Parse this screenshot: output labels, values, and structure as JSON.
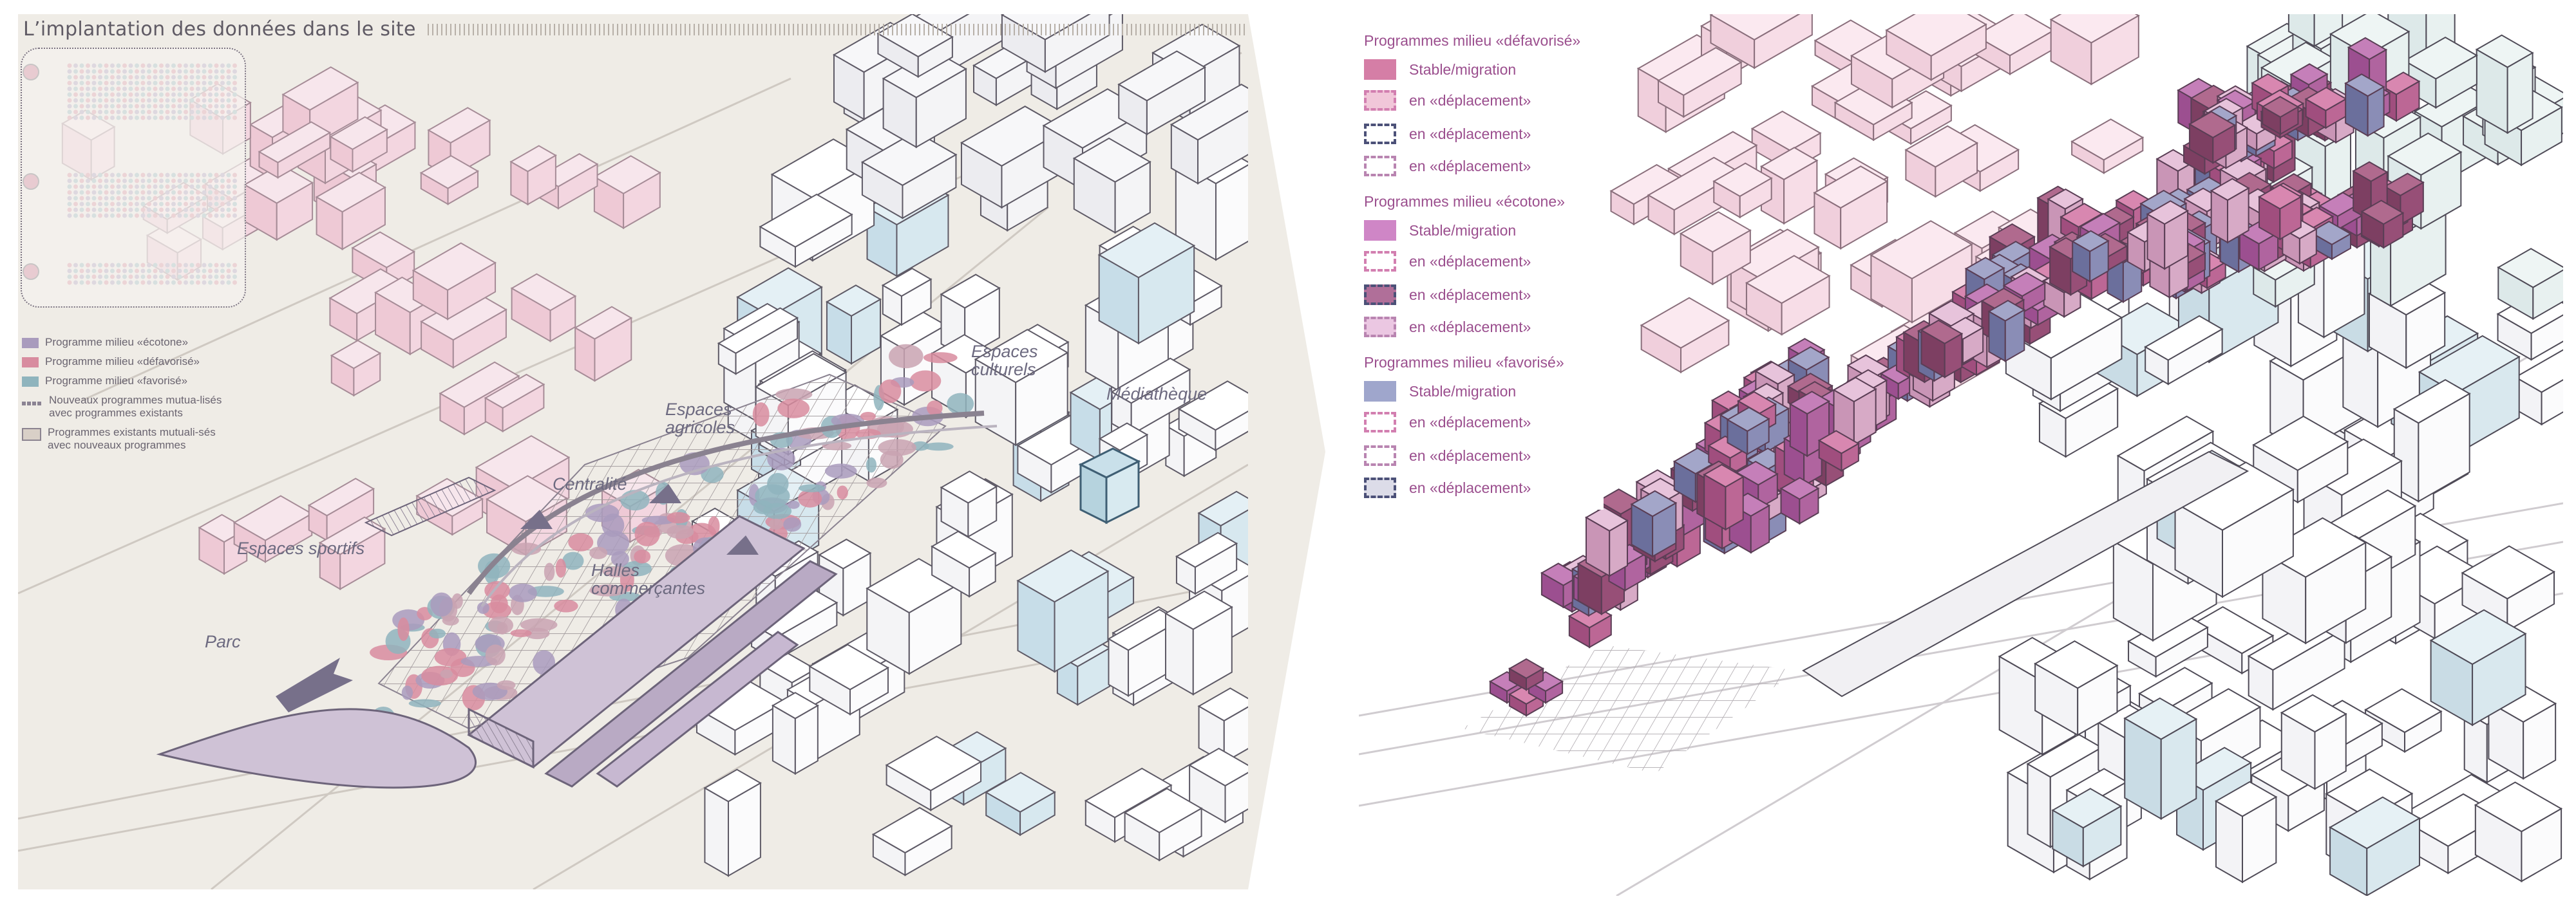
{
  "left": {
    "title": "L’implantation des données dans le site",
    "legend": [
      {
        "label": "Programme milieu «écotone»",
        "color": "#a99bbd"
      },
      {
        "label": "Programme milieu «défavorisé»",
        "color": "#d88c9f"
      },
      {
        "label": "Programme milieu «favorisé»",
        "color": "#8fb4bd"
      },
      {
        "label": "Nouveaux programmes mutua-lisés avec programmes existants",
        "style": "dashed"
      },
      {
        "label": "Programmes existants mutuali-sés avec nouveaux programmes",
        "color": "#d9d0c7"
      }
    ],
    "labels": {
      "espaces_culturels": "Espaces culturels",
      "mediatheque": "Médiathèque",
      "espaces_agricoles": "Espaces agricoles",
      "centralite": "Centralité",
      "espaces_sportifs": "Espaces sportifs",
      "halles": "Halles commerçantes",
      "parc": "Parc"
    }
  },
  "right": {
    "groups": [
      {
        "heading": "Programmes milieu «défavorisé»",
        "items": [
          {
            "label": "Stable/migration",
            "fill": "#d57ea6",
            "border": "solid"
          },
          {
            "label": "en «déplacement»",
            "fill": "#f1c7d9",
            "border": "dashed-pink"
          },
          {
            "label": "en «déplacement»",
            "fill": "#ffffff",
            "border": "dashed-navy"
          },
          {
            "label": "en «déplacement»",
            "fill": "#ffffff",
            "border": "dashed-violet"
          }
        ]
      },
      {
        "heading": "Programmes milieu «écotone»",
        "items": [
          {
            "label": "Stable/migration",
            "fill": "#cf86c6",
            "border": "solid"
          },
          {
            "label": "en «déplacement»",
            "fill": "#ffffff",
            "border": "dashed-pink"
          },
          {
            "label": "en «déplacement»",
            "fill": "#b06f99",
            "border": "dashed-navy"
          },
          {
            "label": "en «déplacement»",
            "fill": "#ebc7e2",
            "border": "dashed-violet"
          }
        ]
      },
      {
        "heading": "Programmes milieu «favorisé»",
        "items": [
          {
            "label": "Stable/migration",
            "fill": "#9fa6cc",
            "border": "solid"
          },
          {
            "label": "en «déplacement»",
            "fill": "#ffffff",
            "border": "dashed-pink"
          },
          {
            "label": "en «déplacement»",
            "fill": "#ffffff",
            "border": "dashed-violet"
          },
          {
            "label": "en «déplacement»",
            "fill": "#dcdce8",
            "border": "dashed-navy"
          }
        ]
      }
    ]
  }
}
